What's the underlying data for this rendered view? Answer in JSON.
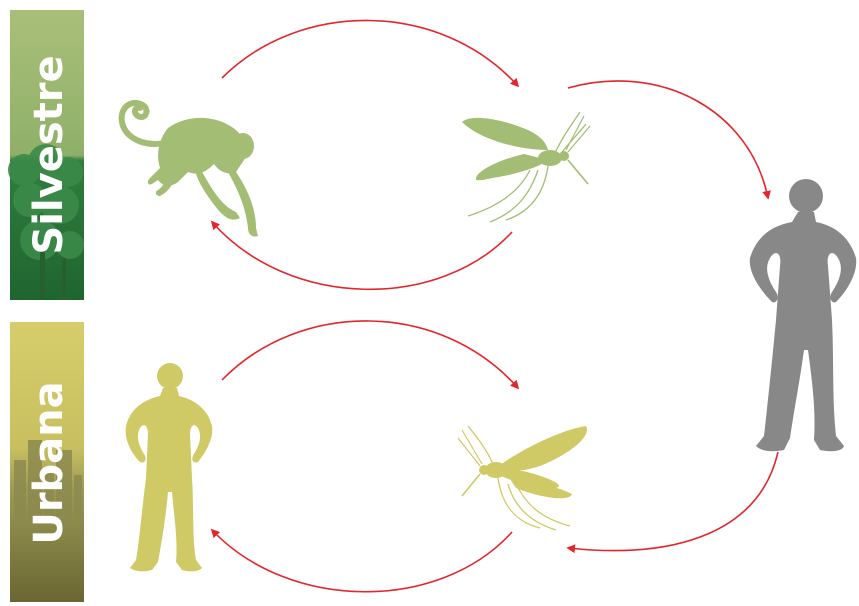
{
  "bands": [
    {
      "label": "Silvestre",
      "color_top": "#a7be77",
      "color_bottom": "#2e7d3d"
    },
    {
      "label": "Urbana",
      "color_top": "#cfc86a",
      "color_bottom": "#6b6a34"
    }
  ],
  "colors": {
    "arrow": "#e3262c",
    "sylvatic_figures": "#a3bd74",
    "urban_figures": "#cfca66",
    "human_shared": "#888888"
  },
  "figures": [
    {
      "name": "monkey",
      "icon": "monkey-icon",
      "cycle": "sylvatic"
    },
    {
      "name": "mosquito",
      "icon": "mosquito-icon",
      "cycle": "sylvatic"
    },
    {
      "name": "human",
      "icon": "person-icon",
      "cycle": "shared"
    },
    {
      "name": "human",
      "icon": "person-icon",
      "cycle": "urban"
    },
    {
      "name": "mosquito",
      "icon": "mosquito-icon",
      "cycle": "urban"
    }
  ]
}
